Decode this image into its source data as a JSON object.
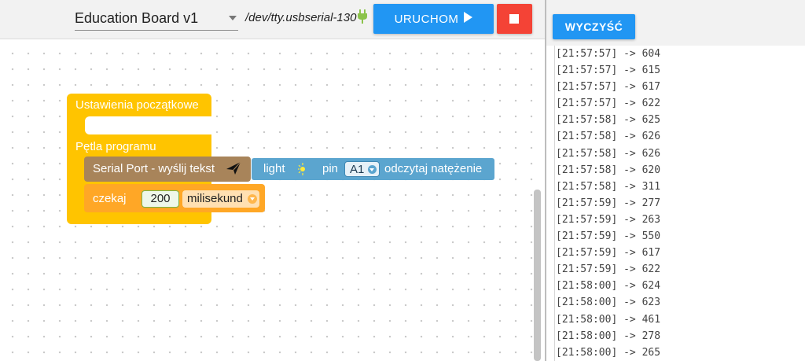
{
  "toolbar": {
    "board": "Education Board v1",
    "port": "/dev/tty.usbserial-130",
    "run_label": "URUCHOM",
    "port_icon": "plug-icon",
    "run_icon": "play-icon",
    "stop_icon": "stop-icon",
    "colors": {
      "run": "#2196f3",
      "stop": "#f44336"
    }
  },
  "blocks": {
    "setup_label": "Ustawienia początkowe",
    "loop_label": "Pętla programu",
    "serial_label": "Serial Port - wyślij tekst",
    "serial_icon": "send-icon",
    "light_label": "light",
    "light_icon": "sun-moon-icon",
    "pin_label": "pin",
    "pin_value": "A1",
    "read_label": "odczytaj natężenie",
    "wait_label": "czekaj",
    "wait_value": "200",
    "wait_unit": "milisekund",
    "colors": {
      "setup": "#ffc400",
      "serial": "#a8845a",
      "light": "#5ba5cf",
      "wait": "#ffa726"
    }
  },
  "monitor": {
    "clear_label": "WYCZYŚĆ",
    "lines": [
      "[21:57:57] -> 604",
      "[21:57:57] -> 615",
      "[21:57:57] -> 617",
      "[21:57:57] -> 622",
      "[21:57:58] -> 625",
      "[21:57:58] -> 626",
      "[21:57:58] -> 626",
      "[21:57:58] -> 620",
      "[21:57:58] -> 311",
      "[21:57:59] -> 277",
      "[21:57:59] -> 263",
      "[21:57:59] -> 550",
      "[21:57:59] -> 617",
      "[21:57:59] -> 622",
      "[21:58:00] -> 624",
      "[21:58:00] -> 623",
      "[21:58:00] -> 461",
      "[21:58:00] -> 278",
      "[21:58:00] -> 265"
    ]
  }
}
